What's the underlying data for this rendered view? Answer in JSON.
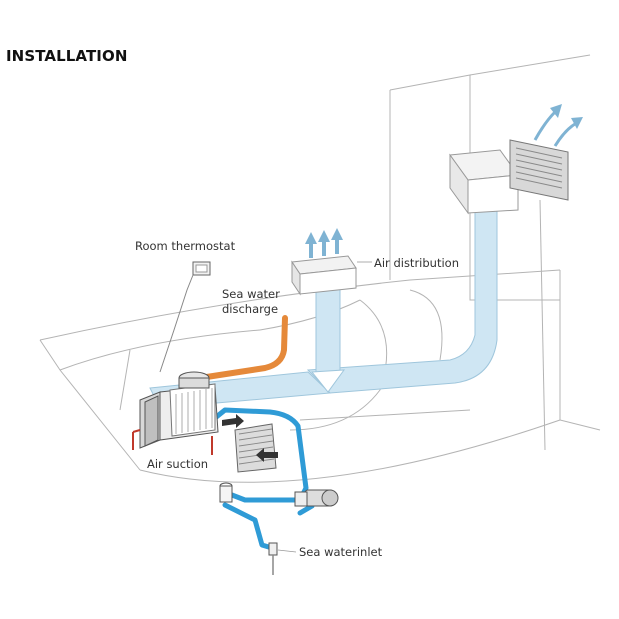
{
  "title": "INSTALLATION",
  "labels": {
    "room_thermostat": "Room thermostat",
    "sea_water_discharge_l1": "Sea water",
    "sea_water_discharge_l2": "discharge",
    "air_distribution": "Air distribution",
    "air_suction": "Air suction",
    "sea_water_inlet": "Sea waterinlet"
  },
  "colors": {
    "air_duct": "#cfe6f3",
    "air_duct_edge": "#9fc6dc",
    "water_pipe": "#2f9bd6",
    "discharge_pipe": "#e5893a",
    "line": "#9a9a9a",
    "arrow": "#7fb3d3",
    "heat_red": "#c0392b"
  }
}
